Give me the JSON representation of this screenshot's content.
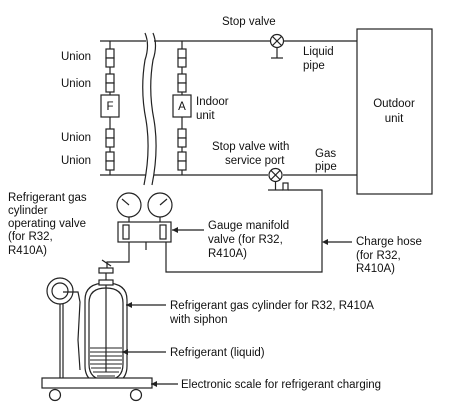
{
  "labels": {
    "union_1": "Union",
    "union_2": "Union",
    "union_3": "Union",
    "union_4": "Union",
    "filter_box": "F",
    "a_box": "A",
    "indoor_unit": [
      "Indoor",
      "unit"
    ],
    "stop_valve": "Stop valve",
    "liquid_pipe": [
      "Liquid",
      "pipe"
    ],
    "outdoor_unit": [
      "Outdoor",
      "unit"
    ],
    "stop_valve_service": [
      "Stop valve with",
      "service port"
    ],
    "gas_pipe": [
      "Gas",
      "pipe"
    ],
    "cylinder_valve": [
      "Refrigerant gas",
      "cylinder",
      "operating valve",
      "(for R32,",
      "R410A)"
    ],
    "gauge_manifold": [
      "Gauge manifold",
      "valve (for R32,",
      "R410A)"
    ],
    "charge_hose": [
      "Charge hose",
      "(for R32,",
      "R410A)"
    ],
    "gas_cylinder": [
      "Refrigerant gas cylinder for R32, R410A",
      "with siphon"
    ],
    "refrigerant_liquid": "Refrigerant (liquid)",
    "scale": "Electronic scale for refrigerant charging"
  },
  "colors": {
    "line": "#222222",
    "text": "#111111"
  }
}
